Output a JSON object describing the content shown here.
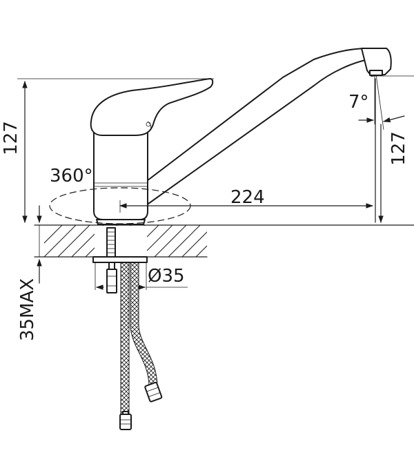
{
  "dimensions": {
    "total_height": "127",
    "spout_height": "127",
    "rotation": "360°",
    "spout_reach": "224",
    "spout_angle": "7°",
    "hole_diameter": "Ø35",
    "max_deck_thickness": "35MAX"
  }
}
